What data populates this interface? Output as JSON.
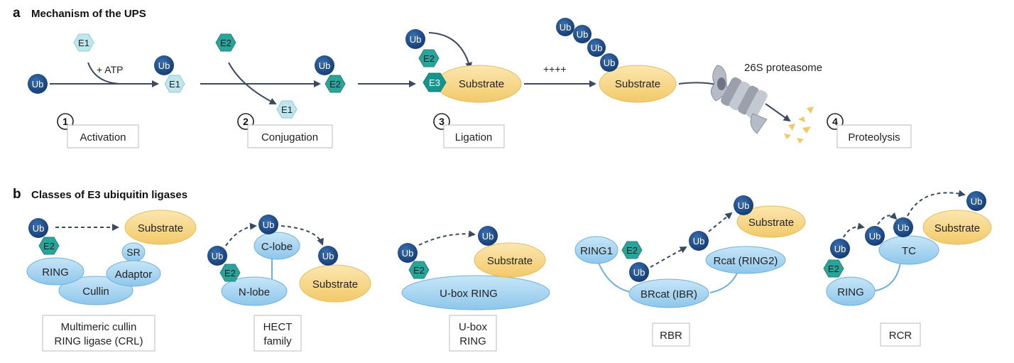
{
  "panel_a": {
    "letter": "a",
    "title": "Mechanism of the UPS",
    "atp": "+ ATP",
    "plus": "++++",
    "proteasome": "26S proteasome",
    "steps": [
      {
        "num": "1",
        "label": "Activation"
      },
      {
        "num": "2",
        "label": "Conjugation"
      },
      {
        "num": "3",
        "label": "Ligation"
      },
      {
        "num": "4",
        "label": "Proteolysis"
      }
    ]
  },
  "panel_b": {
    "letter": "b",
    "title": "Classes of E3 ubiquitin ligases",
    "classes": [
      {
        "line1": "Multimeric cullin",
        "line2": "RING ligase (CRL)"
      },
      {
        "line1": "HECT",
        "line2": "family"
      },
      {
        "line1": "U-box",
        "line2": "RING"
      },
      {
        "line1": "RBR",
        "line2": ""
      },
      {
        "line1": "RCR",
        "line2": ""
      }
    ]
  },
  "molecules": {
    "ub": "Ub",
    "e1": "E1",
    "e2": "E2",
    "e3": "E3",
    "substrate": "Substrate",
    "ring": "RING",
    "cullin": "Cullin",
    "adaptor": "Adaptor",
    "sr": "SR",
    "c_lobe": "C-lobe",
    "n_lobe": "N-lobe",
    "ubox_ring": "U-box RING",
    "ring1": "RING1",
    "brcat": "BRcat (IBR)",
    "rcat": "Rcat (RING2)",
    "tc": "TC"
  },
  "colors": {
    "ub": "#1e4e8a",
    "e1": "#bfe6ec",
    "e2": "#2aa39a",
    "e3": "#1b9e97",
    "substrate": "#f8dc93",
    "domain": "#a9d6f2",
    "arrow": "#3a4a60"
  }
}
